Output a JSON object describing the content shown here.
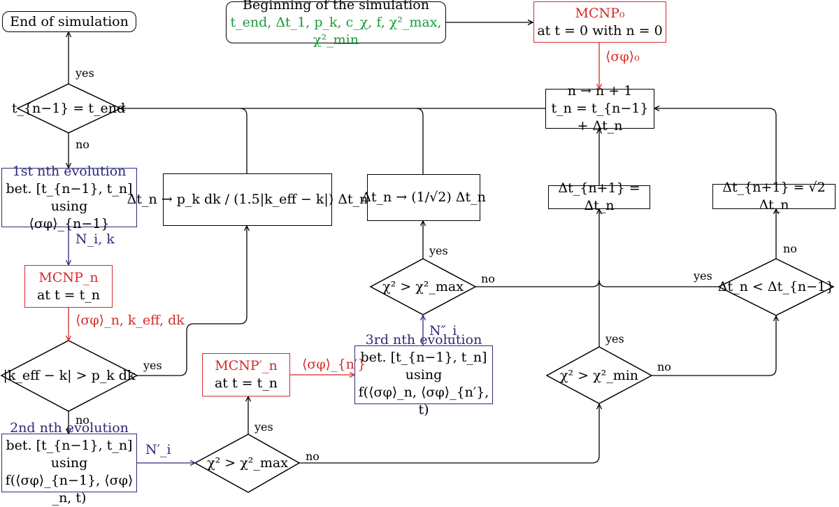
{
  "nodes": {
    "end": "End of simulation",
    "begin_title": "Beginning of the simulation",
    "begin_params": "t_end, Δt_1, p_k, c_χ, f, χ²_max, χ²_min",
    "mcnp0_title": "MCNP₀",
    "mcnp0_line": "at t = 0 with n = 0",
    "dec_tend": "t_{n−1} = t_end",
    "update_line1": "n → n + 1",
    "update_line2": "t_n = t_{n−1} + Δt_n",
    "evo1_title": "1st nth evolution",
    "evo1_line1": "bet. [t_{n−1}, t_n] using",
    "evo1_line2": "⟨σφ⟩_{n−1}",
    "mcnpn_title": "MCNP_n",
    "mcnpn_line": "at t = t_n",
    "dec_keff": "|k_eff − k| > p_k dk",
    "evo2_title": "2nd nth evolution",
    "evo2_line1": "bet. [t_{n−1}, t_n] using",
    "evo2_line2": "f(⟨σφ⟩_{n−1}, ⟨σφ⟩_n, t)",
    "dec_chi_max_bottom": "χ² > χ²_max",
    "mcnpnp_title": "MCNP′_n",
    "mcnpnp_line": "at t = t_n",
    "evo3_title": "3rd nth evolution",
    "evo3_line1": "bet. [t_{n−1}, t_n] using",
    "evo3_line2": "f(⟨σφ⟩_n, ⟨σφ⟩_{n′}, t)",
    "dec_chi_max_mid": "χ² > χ²_max",
    "dec_chi_min": "χ² > χ²_min",
    "dec_dt": "Δt_n < Δt_{n−1}",
    "box_dt_keff": "Δt_n → p_k dk / (1.5|k_eff − k|) Δt_n",
    "box_dt_sqrt_inv": "Δt_n → (1/√2) Δt_n",
    "box_dt_same": "Δt_{n+1} = Δt_n",
    "box_dt_sqrt": "Δt_{n+1} = √2 Δt_n"
  },
  "edge_labels": {
    "yes": "yes",
    "no": "no",
    "sigmaphi_0": "⟨σφ⟩₀",
    "ni_k": "N_i, k",
    "mcnpn_out": "⟨σφ⟩_n, k_eff, dk",
    "ni_prime": "N′_i",
    "sigmaphi_nprime": "⟨σφ⟩_{n′}",
    "ni_doubleprime": "N″_i"
  },
  "colors": {
    "red": "#d42a2a",
    "blue": "#2c2a78",
    "green": "#1a9a36",
    "black": "#000000"
  }
}
